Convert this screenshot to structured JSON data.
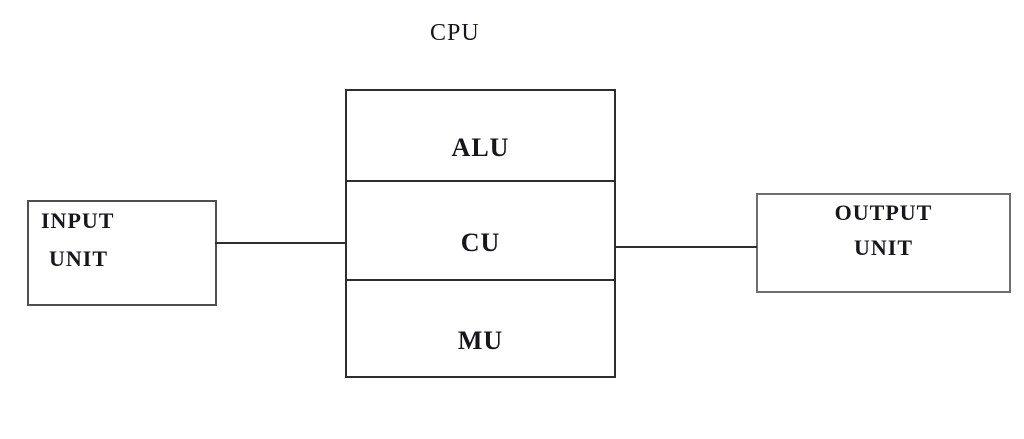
{
  "diagram": {
    "cpu": {
      "label": "CPU",
      "sections": [
        {
          "label": "ALU"
        },
        {
          "label": "CU"
        },
        {
          "label": "MU"
        }
      ]
    },
    "input_unit": {
      "line1": "INPUT",
      "line2": "UNIT"
    },
    "output_unit": {
      "line1": "OUTPUT",
      "line2": "UNIT"
    }
  }
}
